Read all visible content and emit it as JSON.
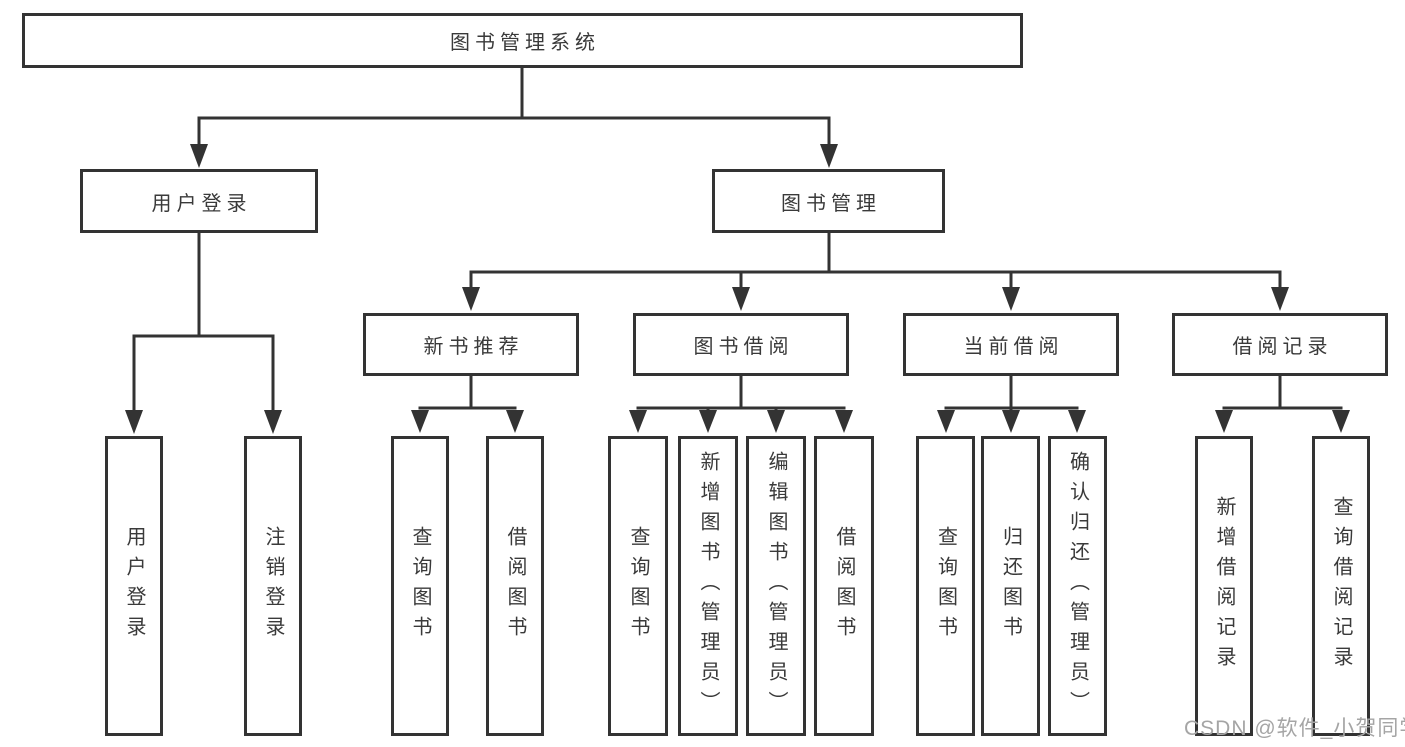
{
  "diagram": {
    "colors": {
      "line": "#333333",
      "box_border": "#333333",
      "box_background": "#ffffff",
      "text": "#3a3a3a",
      "watermark_text": "#a5a5a5",
      "page_background": "#ffffff"
    },
    "nodes": {
      "root": "图书管理系统",
      "user_login": "用户登录",
      "book_management": "图书管理",
      "new_book_recommendation": "新书推荐",
      "book_borrowing": "图书借阅",
      "current_borrowing": "当前借阅",
      "borrowing_records": "借阅记录",
      "leaf_user_login": "用户登录",
      "leaf_logout": "注销登录",
      "leaf_nb_query_books": "查询图书",
      "leaf_nb_borrow_books": "借阅图书",
      "leaf_bb_query_books": "查询图书",
      "leaf_bb_add_books_admin": "新增图书（管理员）",
      "leaf_bb_edit_books_admin": "编辑图书（管理员）",
      "leaf_bb_borrow_books": "借阅图书",
      "leaf_cb_query_books": "查询图书",
      "leaf_cb_return_books": "归还图书",
      "leaf_cb_confirm_return_admin": "确认归还（管理员）",
      "leaf_br_add_record": "新增借阅记录",
      "leaf_br_query_record": "查询借阅记录"
    },
    "watermark": "CSDN @软件_小贺同学"
  }
}
